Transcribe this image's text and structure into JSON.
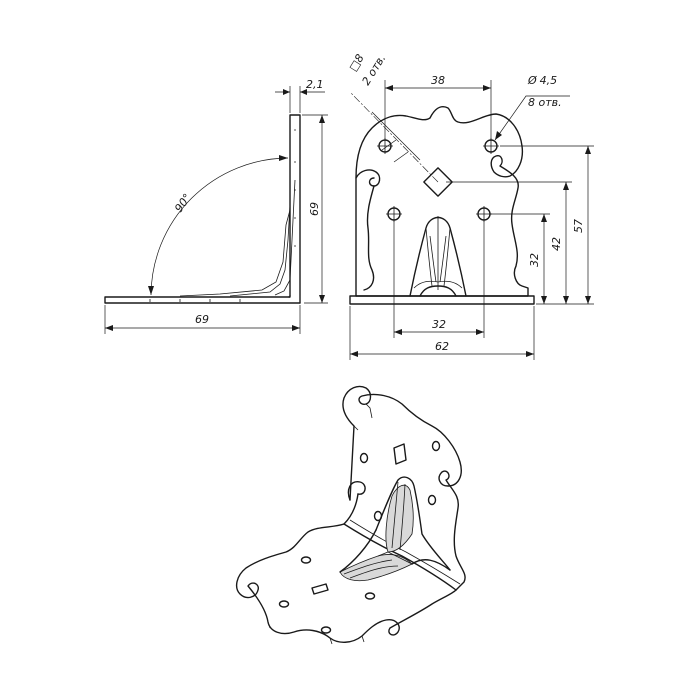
{
  "side_view": {
    "thickness": "2,1",
    "height": "69",
    "width": "69",
    "angle": "90°"
  },
  "front_view": {
    "square_hole_size": "8",
    "square_hole_note": "2 отв.",
    "top_hole_spacing": "38",
    "round_hole_diameter": "4,5",
    "round_hole_note": "8 отв.",
    "overall_height": "57",
    "upper_hole_height": "42",
    "lower_hole_height": "32",
    "lower_hole_spacing": "32",
    "overall_width": "62"
  }
}
